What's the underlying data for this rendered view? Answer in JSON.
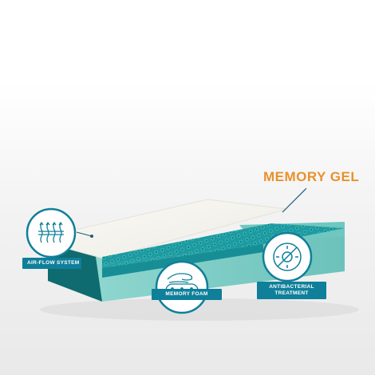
{
  "product_title": "MEMORY GEL",
  "features": [
    {
      "label": "AIR-FLOW SYSTEM",
      "icon": "airflow-icon"
    },
    {
      "label": "MEMORY FOAM",
      "icon": "hand-on-foam-icon"
    },
    {
      "label": "ANTIBACTERIAL\nTREATMENT",
      "icon": "no-bacteria-icon"
    }
  ],
  "colors": {
    "brand_teal": "#0f7f9a",
    "gel_teal": "#1f9aa0",
    "accent_orange": "#e8912d",
    "side_teal": "#7dcdc6"
  }
}
